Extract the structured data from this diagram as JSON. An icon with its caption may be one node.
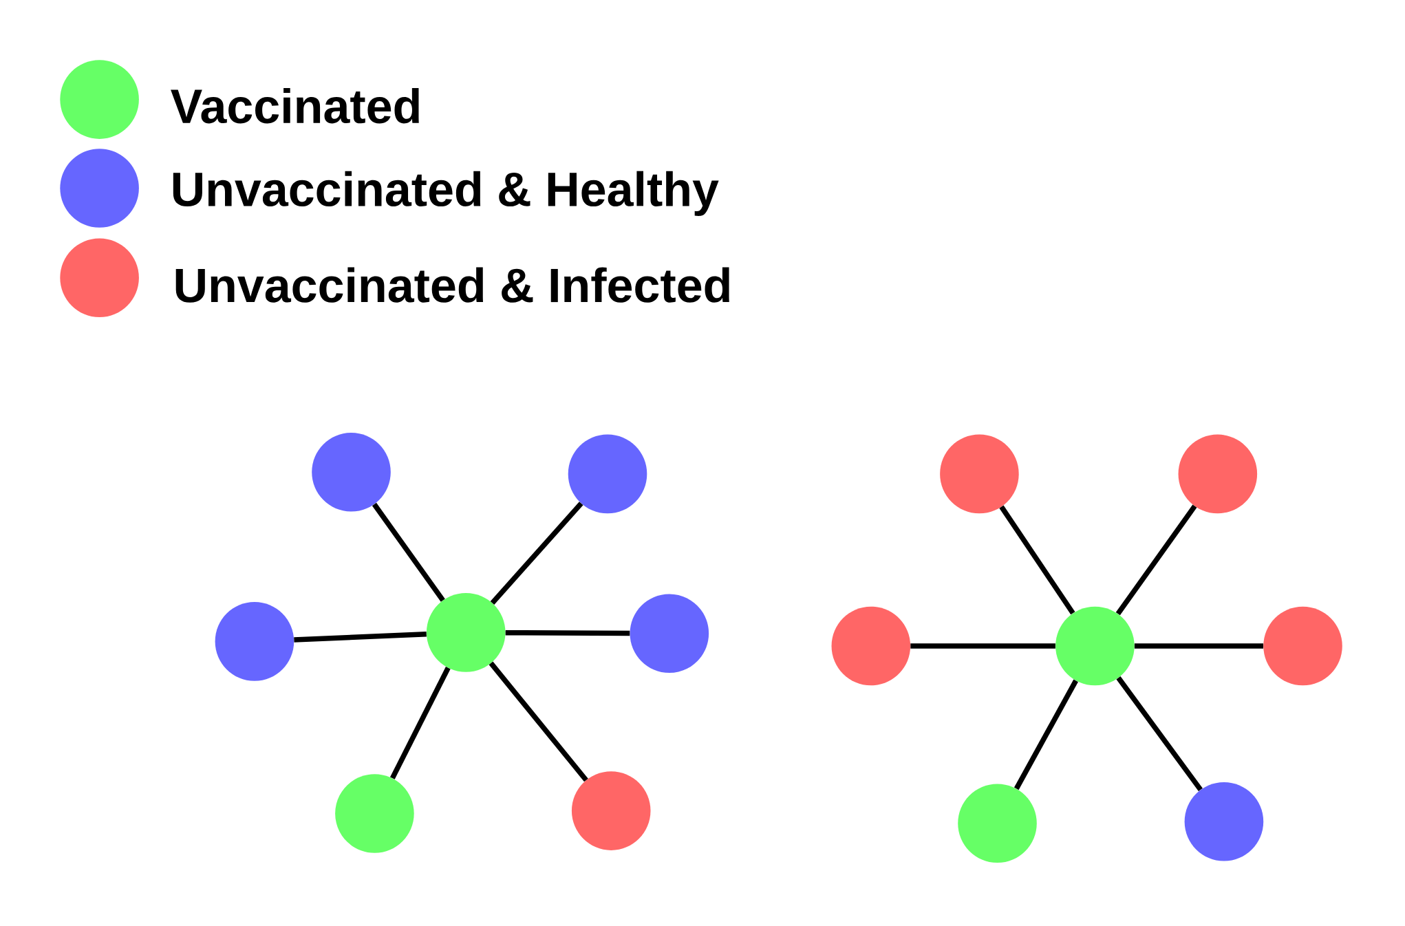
{
  "diagram": {
    "nodes": [
      {
        "text": [],
        "shape": "circle"
      },
      {
        "text": [],
        "shape": "circle"
      },
      {
        "text": [],
        "shape": "circle"
      },
      {
        "text": [],
        "shape": "circle"
      },
      {
        "text": [],
        "shape": "circle"
      },
      {
        "text": [],
        "shape": "circle"
      },
      {
        "text": [],
        "shape": "circle"
      },
      {
        "text": [],
        "shape": "circle"
      },
      {
        "text": [],
        "shape": "circle"
      },
      {
        "text": [],
        "shape": "circle"
      },
      {
        "text": [],
        "shape": "circle"
      },
      {
        "text": [],
        "shape": "circle"
      },
      {
        "text": [],
        "shape": "circle"
      },
      {
        "text": [],
        "shape": "circle"
      }
    ],
    "edges": [
      {
        "from": 5,
        "to": 0,
        "arrow": "none"
      },
      {
        "from": 5,
        "to": 1,
        "arrow": "none"
      },
      {
        "from": 5,
        "to": 4,
        "arrow": "none"
      },
      {
        "from": 5,
        "to": 6,
        "arrow": "none"
      },
      {
        "from": 5,
        "to": 10,
        "arrow": "none"
      },
      {
        "from": 5,
        "to": 11,
        "arrow": "none"
      },
      {
        "from": 8,
        "to": 2,
        "arrow": "none"
      },
      {
        "from": 8,
        "to": 3,
        "arrow": "none"
      },
      {
        "from": 8,
        "to": 7,
        "arrow": "none"
      },
      {
        "from": 8,
        "to": 9,
        "arrow": "none"
      },
      {
        "from": 8,
        "to": 12,
        "arrow": "none"
      },
      {
        "from": 8,
        "to": 13,
        "arrow": "none"
      }
    ],
    "legend": [
      {
        "text": "Vaccinated",
        "color": "#66ff66"
      },
      {
        "text": "Unvaccinated & Healthy",
        "color": "#6666ff"
      },
      {
        "text": "Unvaccinated & Infected",
        "color": "#ff6666"
      }
    ]
  }
}
